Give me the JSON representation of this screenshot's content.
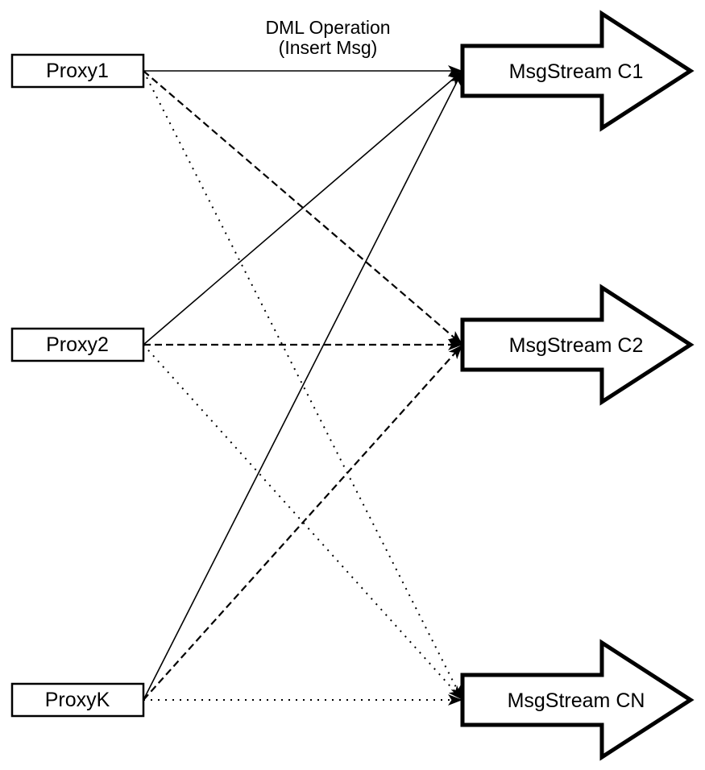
{
  "title": {
    "line1": "DML Operation",
    "line2": "(Insert Msg)"
  },
  "colors": {
    "ink": "#000000",
    "background": "#ffffff"
  },
  "diagram": {
    "proxies": [
      {
        "id": "proxy1",
        "label": "Proxy1"
      },
      {
        "id": "proxy2",
        "label": "Proxy2"
      },
      {
        "id": "proxyk",
        "label": "ProxyK"
      }
    ],
    "streams": [
      {
        "id": "c1",
        "label": "MsgStream C1"
      },
      {
        "id": "c2",
        "label": "MsgStream C2"
      },
      {
        "id": "cn",
        "label": "MsgStream CN"
      }
    ],
    "connections": [
      {
        "from": "proxy1",
        "to": "c1",
        "style": "solid"
      },
      {
        "from": "proxy2",
        "to": "c1",
        "style": "solid"
      },
      {
        "from": "proxyk",
        "to": "c1",
        "style": "solid"
      },
      {
        "from": "proxy1",
        "to": "c2",
        "style": "dashed"
      },
      {
        "from": "proxy2",
        "to": "c2",
        "style": "dashed"
      },
      {
        "from": "proxyk",
        "to": "c2",
        "style": "dashed"
      },
      {
        "from": "proxy1",
        "to": "cn",
        "style": "dotted"
      },
      {
        "from": "proxy2",
        "to": "cn",
        "style": "dotted"
      },
      {
        "from": "proxyk",
        "to": "cn",
        "style": "dotted"
      }
    ]
  }
}
